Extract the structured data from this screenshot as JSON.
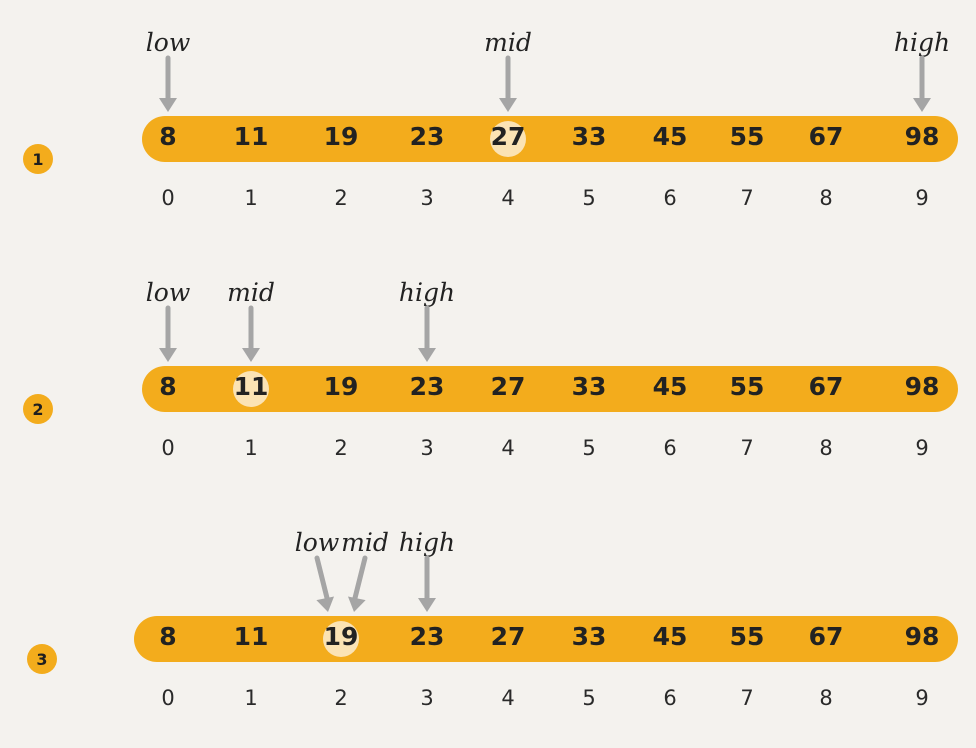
{
  "colors": {
    "background": "#f4f2ee",
    "band": "#f3ac1c",
    "highlight": "#fbe3b4",
    "arrow": "#a5a5a5",
    "text": "#222222"
  },
  "array": {
    "values": [
      "8",
      "11",
      "19",
      "23",
      "27",
      "33",
      "45",
      "55",
      "67",
      "98"
    ],
    "indices": [
      "0",
      "1",
      "2",
      "3",
      "4",
      "5",
      "6",
      "7",
      "8",
      "9"
    ]
  },
  "pointer_names": {
    "low": "low",
    "mid": "mid",
    "high": "high"
  },
  "steps": [
    {
      "label": "1",
      "low": 0,
      "mid": 4,
      "high": 9
    },
    {
      "label": "2",
      "low": 0,
      "mid": 1,
      "high": 3
    },
    {
      "label": "3",
      "low": 2,
      "mid": 2,
      "high": 3
    }
  ]
}
